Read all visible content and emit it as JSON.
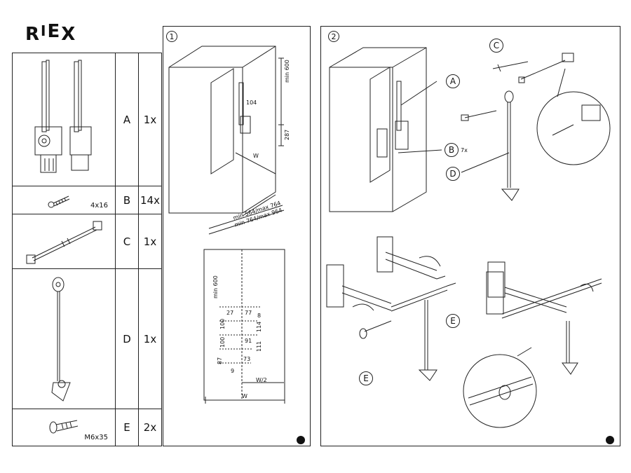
{
  "brand": {
    "logo_r": "R",
    "logo_i": "I",
    "logo_e": "E",
    "logo_x": "X"
  },
  "parts": [
    {
      "letter": "A",
      "qty": "1x",
      "size": ""
    },
    {
      "letter": "B",
      "qty": "14x",
      "size": "4x16"
    },
    {
      "letter": "C",
      "qty": "1x",
      "size": ""
    },
    {
      "letter": "D",
      "qty": "1x",
      "size": ""
    },
    {
      "letter": "E",
      "qty": "2x",
      "size": "M6x35"
    }
  ],
  "step1": {
    "number": "1",
    "dims": {
      "min600": "min 600",
      "d104": "104",
      "d287": "287",
      "w": "W",
      "range1": "min 564/max 764",
      "range2": "min 764/max 964"
    },
    "plan": {
      "min600": "min 600",
      "d27": "27",
      "d77": "77",
      "d8": "8",
      "d100a": "100",
      "d114": "114",
      "d91": "91",
      "d100b": "100",
      "d111": "111",
      "d87": "87",
      "d73": "73",
      "d9": "9",
      "w2": "W/2",
      "w": "W"
    }
  },
  "step2": {
    "number": "2",
    "callouts": {
      "a": "A",
      "b": "B",
      "b_qty": "7x",
      "c": "C",
      "d": "D",
      "e1": "E",
      "e2": "E"
    }
  }
}
